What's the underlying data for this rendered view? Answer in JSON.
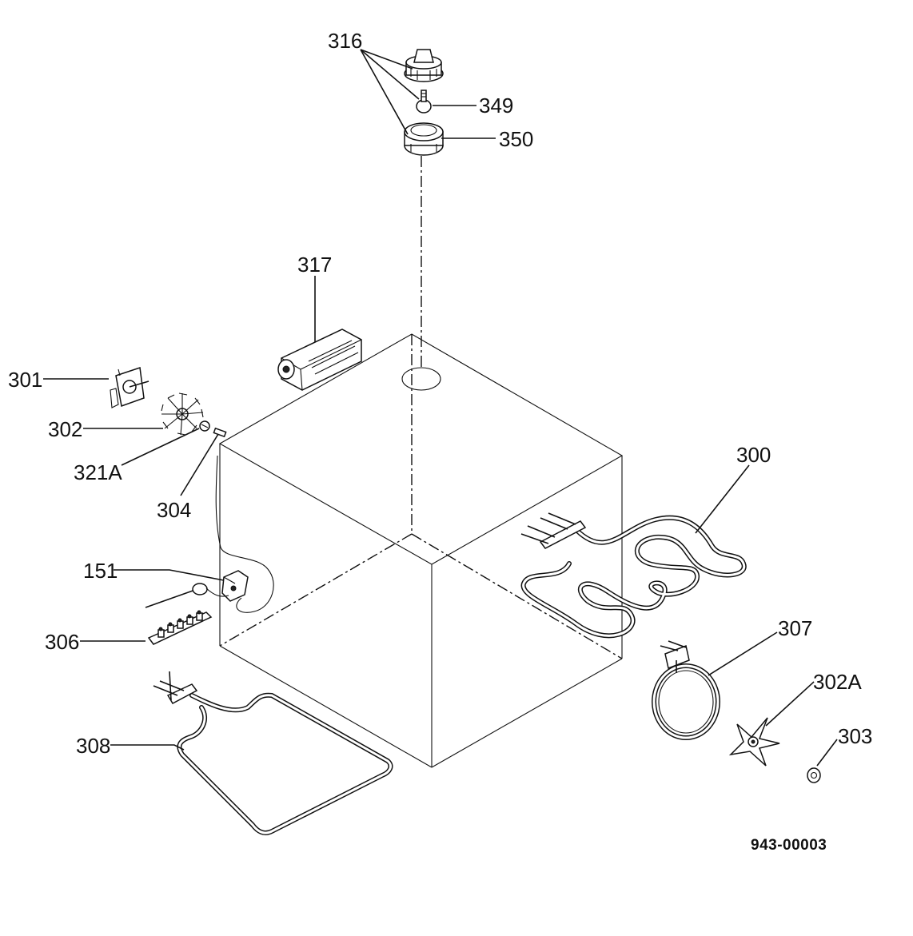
{
  "callouts": {
    "c316": "316",
    "c349": "349",
    "c350": "350",
    "c317": "317",
    "c301": "301",
    "c302": "302",
    "c321A": "321A",
    "c304": "304",
    "c300": "300",
    "c151": "151",
    "c306": "306",
    "c307": "307",
    "c302A": "302A",
    "c303": "303",
    "c308": "308"
  },
  "document_number": "943-00003"
}
